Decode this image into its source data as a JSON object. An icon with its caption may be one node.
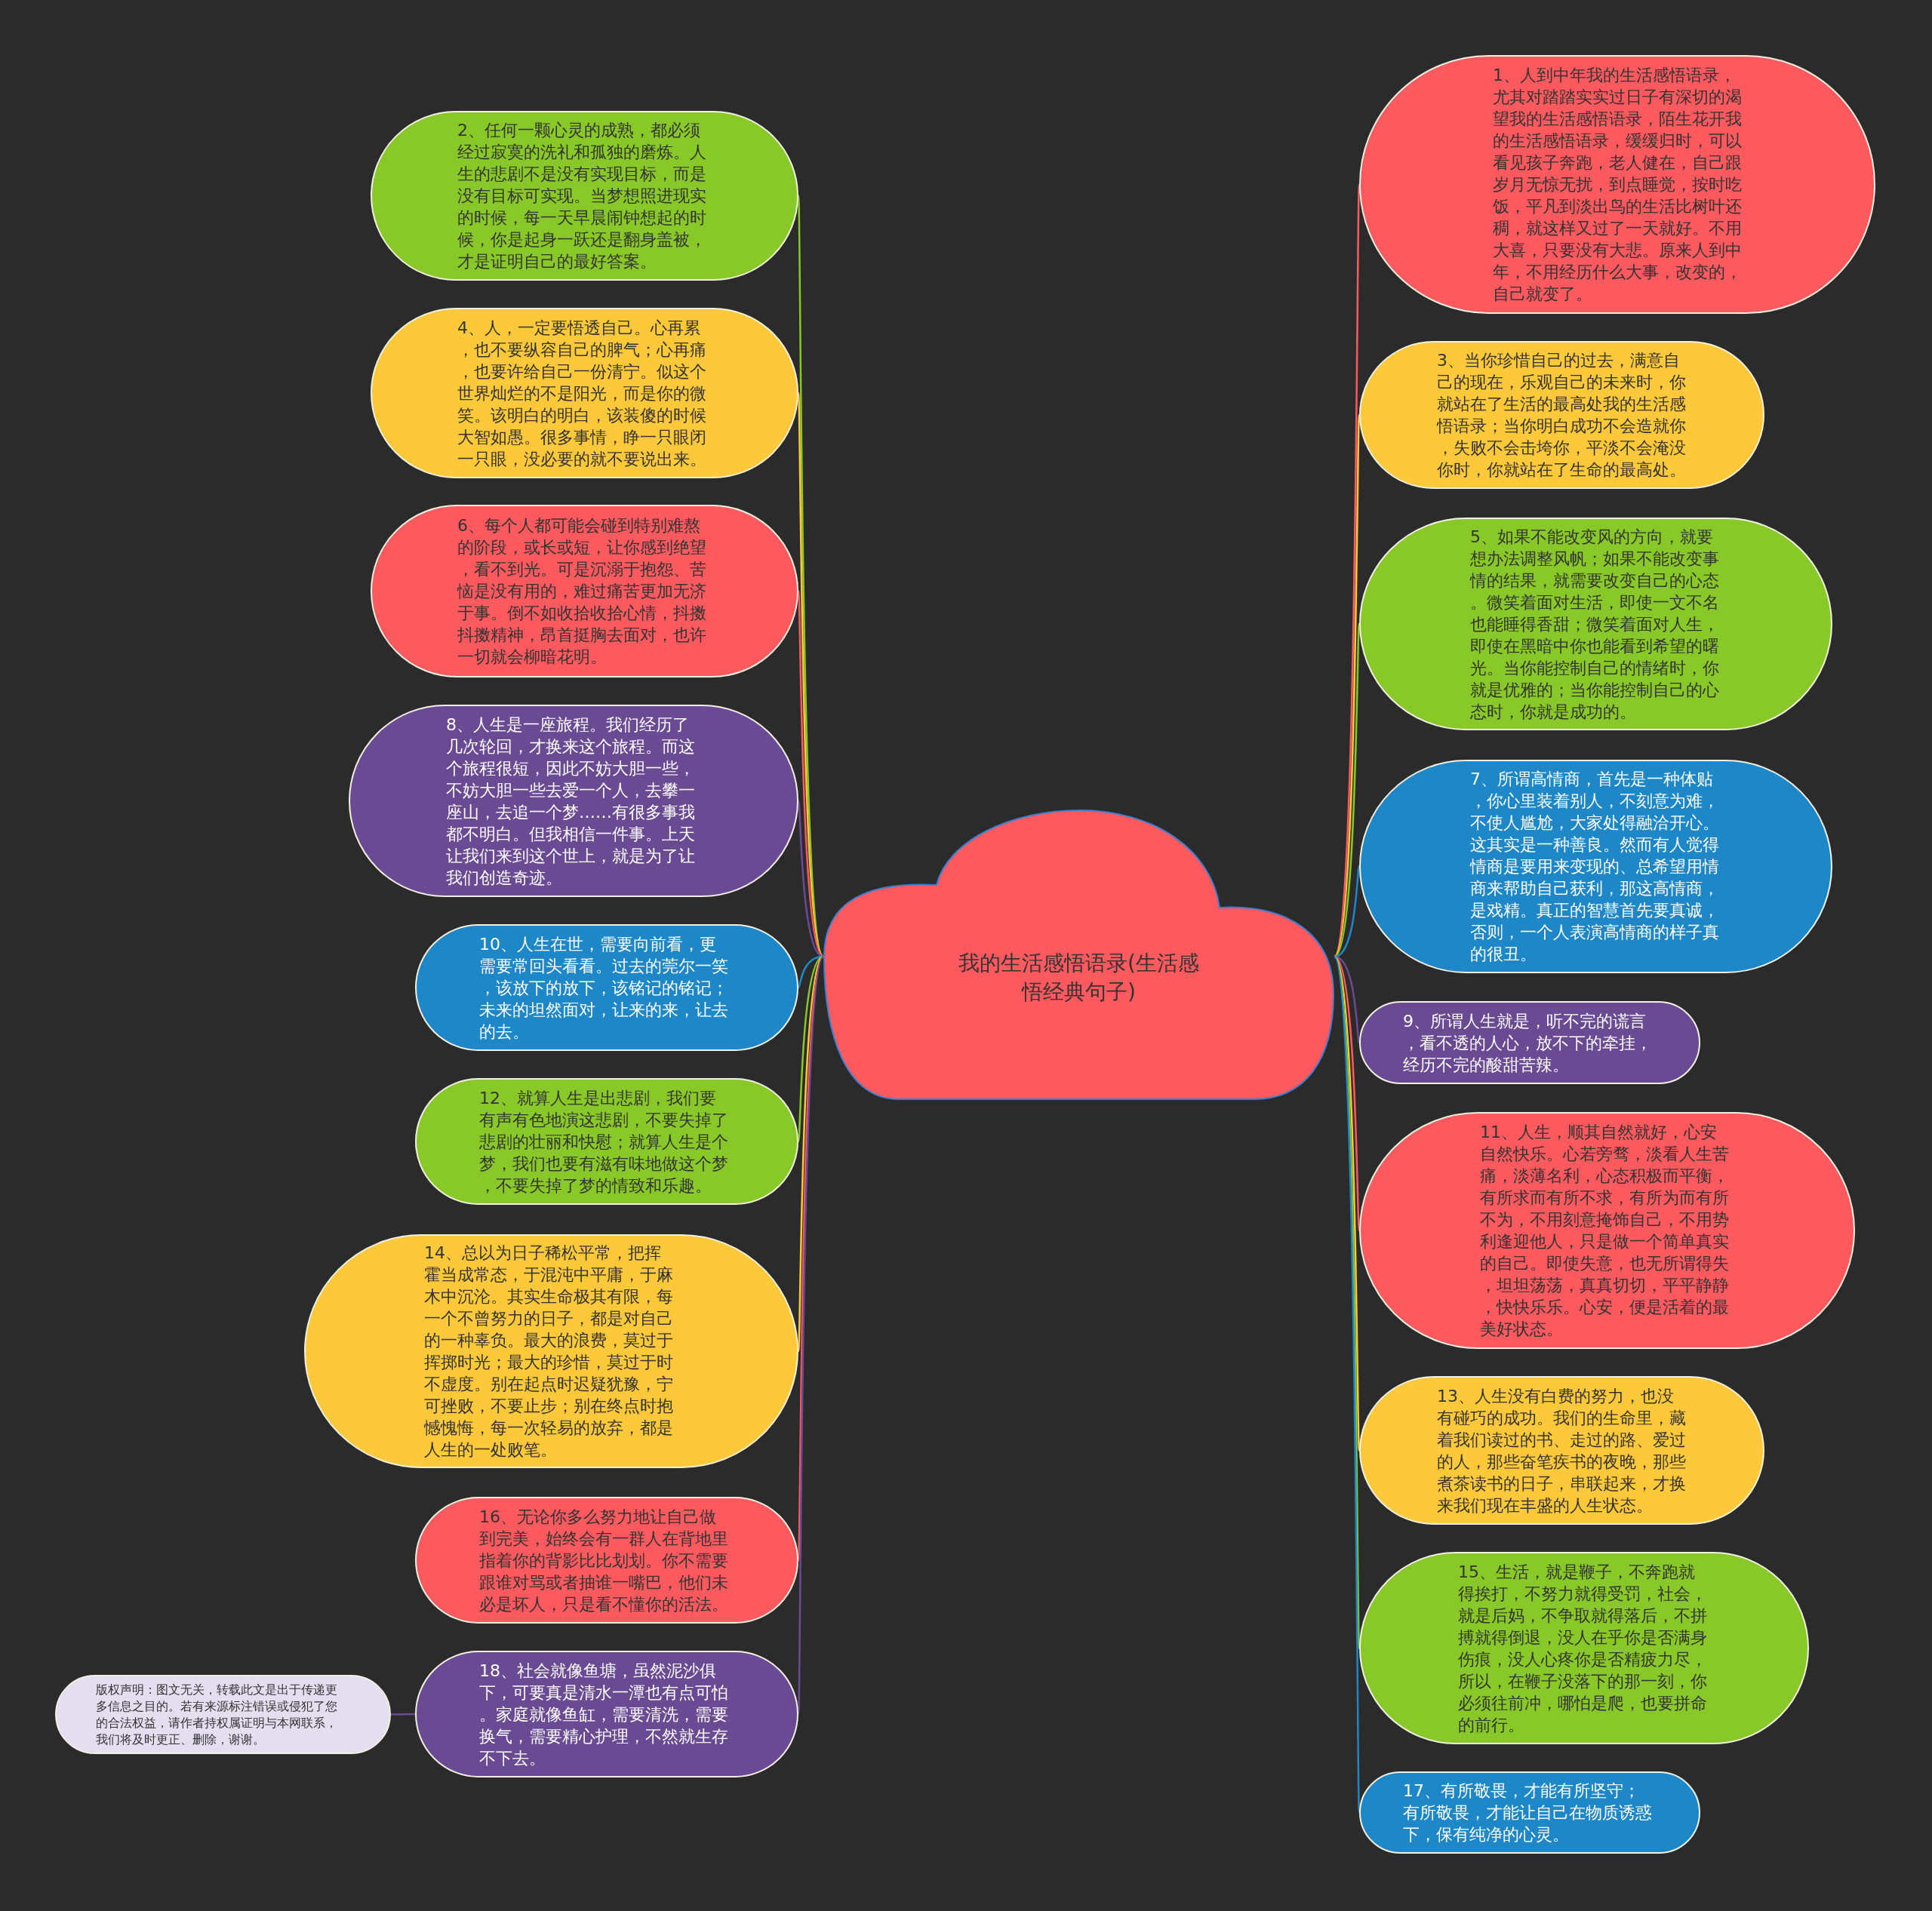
{
  "diagram": {
    "nodes": [
      {
        "text": [
          "我的生活感悟语录(生活感悟经典句子)"
        ]
      },
      {
        "text": [
          "1、人到中年我的生活感悟语录，尤其对踏踏实实过日子有深切的渴望我的生活感悟语录，陌生花开我的生活感悟语录，缓缓归时，可以看见孩子奔跑，老人健在，自己跟岁月无惊无扰，到点睡觉，按时吃饭，平凡到淡出鸟的生活比树叶还稠，就这样又过了一天就好。不用大喜，只要没有大悲。原来人到中年，不用经历什么大事，改变的，自己就变了。"
        ]
      },
      {
        "text": [
          "2、任何一颗心灵的成熟，都必须经过寂寞的洗礼和孤独的磨炼。人生的悲剧不是没有实现目标，而是没有目标可实现。当梦想照进现实的时候，每一天早晨闹钟想起的时候，你是起身一跃还是翻身盖被，才是证明自己的最好答案。"
        ]
      },
      {
        "text": [
          "3、当你珍惜自己的过去，满意自己的现在，乐观自己的未来时，你就站在了生活的最高处我的生活感悟语录；当你明白成功不会造就你，失败不会击垮你，平淡不会淹没你时，你就站在了生命的最高处。"
        ]
      },
      {
        "text": [
          "4、人，一定要悟透自己。心再累，也不要纵容自己的脾气；心再痛，也要许给自己一份清宁。似这个世界灿烂的不是阳光，而是你的微笑。该明白的明白，该装傻的时候大智如愚。很多事情，睁一只眼闭一只眼，没必要的就不要说出来。"
        ]
      },
      {
        "text": [
          "5、如果不能改变风的方向，就要想办法调整风帆；如果不能改变事情的结果，就需要改变自己的心态。微笑着面对生活，即使一文不名也能睡得香甜；微笑着面对人生，即使在黑暗中你也能看到希望的曙光。当你能控制自己的情绪时，你就是优雅的；当你能控制自己的心态时，你就是成功的。"
        ]
      },
      {
        "text": [
          "6、每个人都可能会碰到特别难熬的阶段，或长或短，让你感到绝望，看不到光。可是沉溺于抱怨、苦恼是没有用的，难过痛苦更加无济于事。倒不如收拾收拾心情，抖擞抖擞精神，昂首挺胸去面对，也许一切就会柳暗花明。"
        ]
      },
      {
        "text": [
          "7、所谓高情商，首先是一种体贴，你心里装着别人，不刻意为难，不使人尴尬，大家处得融洽开心。这其实是一种善良。然而有人觉得情商是要用来变现的、总希望用情商来帮助自己获利，那这高情商，是戏精。真正的智慧首先要真诚，否则，一个人表演高情商的样子真的很丑。"
        ]
      },
      {
        "text": [
          "8、人生是一座旅程。我们经历了几次轮回，才换来这个旅程。而这个旅程很短，因此不妨大胆一些，不妨大胆一些去爱一个人，去攀一座山，去追一个梦……有很多事我都不明白。但我相信一件事。上天让我们来到这个世上，就是为了让我们创造奇迹。"
        ]
      },
      {
        "text": [
          "9、所谓人生就是，听不完的谎言，看不透的人心，放不下的牵挂，经历不完的酸甜苦辣。"
        ]
      },
      {
        "text": [
          "10、人生在世，需要向前看，更需要常回头看看。过去的莞尔一笑，该放下的放下，该铭记的铭记；未来的坦然面对，让来的来，让去的去。"
        ]
      },
      {
        "text": [
          "11、人生，顺其自然就好，心安自然快乐。心若旁骛，淡看人生苦痛，淡薄名利，心态积极而平衡，有所求而有所不求，有所为而有所不为，不用刻意掩饰自己，不用势利逢迎他人，只是做一个简单真实的自己。即使失意，也无所谓得失，坦坦荡荡，真真切切，平平静静，快快乐乐。心安，便是活着的最美好状态。"
        ]
      },
      {
        "text": [
          "12、就算人生是出悲剧，我们要有声有色地演这悲剧，不要失掉了悲剧的壮丽和快慰；就算人生是个梦，我们也要有滋有味地做这个梦，不要失掉了梦的情致和乐趣。"
        ]
      },
      {
        "text": [
          "13、人生没有白费的努力，也没有碰巧的成功。我们的生命里，藏着我们读过的书、走过的路、爱过的人，那些奋笔疾书的夜晚，那些煮茶读书的日子，串联起来，才换来我们现在丰盛的人生状态。"
        ]
      },
      {
        "text": [
          "14、总以为日子稀松平常，把挥霍当成常态，于混沌中平庸，于麻木中沉沦。其实生命极其有限，每一个不曾努力的日子，都是对自己的一种辜负。最大的浪费，莫过于挥掷时光；最大的珍惜，莫过于时不虚度。别在起点时迟疑犹豫，宁可挫败，不要止步；别在终点时抱憾愧悔，每一次轻易的放弃，都是人生的一处败笔。"
        ]
      },
      {
        "text": [
          "15、生活，就是鞭子，不奔跑就得挨打，不努力就得受罚，社会，就是后妈，不争取就得落后，不拼搏就得倒退，没人在乎你是否满身伤痕，没人心疼你是否精疲力尽，所以，在鞭子没落下的那一刻，你必须往前冲，哪怕是爬，也要拼命的前行。"
        ]
      },
      {
        "text": [
          "16、无论你多么努力地让自己做到完美，始终会有一群人在背地里指着你的背影比比划划。你不需要跟谁对骂或者抽谁一嘴巴，他们未必是坏人，只是看不懂你的活法。"
        ]
      },
      {
        "text": [
          "17、有所敬畏，才能有所坚守；有所敬畏，才能让自己在物质诱惑下，保有纯净的心灵。"
        ]
      },
      {
        "text": [
          "18、社会就像鱼塘，虽然泥沙俱下，可要真是清水一潭也有点可怕。家庭就像鱼缸，需要清洗，需要换气，需要精心护理，不然就生存不下去。"
        ]
      },
      {
        "text": [
          "版权声明：图文无关，转载此文是出于传递更多信息之目的。若有来源标注错误或侵犯了您的合法权益，请作者持权属证明与本网联系，我们将及时更正、删除，谢谢。"
        ]
      }
    ],
    "edges": [
      {
        "from": 0,
        "to": 1,
        "arrow": "none",
        "color": "#fd5a5f"
      },
      {
        "from": 0,
        "to": 2,
        "arrow": "none",
        "color": "#88c828"
      },
      {
        "from": 0,
        "to": 3,
        "arrow": "none",
        "color": "#fdc83a"
      },
      {
        "from": 0,
        "to": 4,
        "arrow": "none",
        "color": "#fdc83a"
      },
      {
        "from": 0,
        "to": 5,
        "arrow": "none",
        "color": "#88c828"
      },
      {
        "from": 0,
        "to": 6,
        "arrow": "none",
        "color": "#fd5a5f"
      },
      {
        "from": 0,
        "to": 7,
        "arrow": "none",
        "color": "#1e87c8"
      },
      {
        "from": 0,
        "to": 8,
        "arrow": "none",
        "color": "#6b4a94"
      },
      {
        "from": 0,
        "to": 9,
        "arrow": "none",
        "color": "#6b4a94"
      },
      {
        "from": 0,
        "to": 10,
        "arrow": "none",
        "color": "#1e87c8"
      },
      {
        "from": 0,
        "to": 11,
        "arrow": "none",
        "color": "#fd5a5f"
      },
      {
        "from": 0,
        "to": 12,
        "arrow": "none",
        "color": "#88c828"
      },
      {
        "from": 0,
        "to": 13,
        "arrow": "none",
        "color": "#fdc83a"
      },
      {
        "from": 0,
        "to": 14,
        "arrow": "none",
        "color": "#fdc83a"
      },
      {
        "from": 0,
        "to": 15,
        "arrow": "none",
        "color": "#88c828"
      },
      {
        "from": 0,
        "to": 16,
        "arrow": "none",
        "color": "#fd5a5f"
      },
      {
        "from": 0,
        "to": 17,
        "arrow": "none",
        "color": "#1e87c8"
      },
      {
        "from": 0,
        "to": 18,
        "arrow": "none",
        "color": "#6b4a94"
      },
      {
        "from": 18,
        "to": 19,
        "arrow": "none",
        "color": "#6b4a94"
      }
    ]
  }
}
